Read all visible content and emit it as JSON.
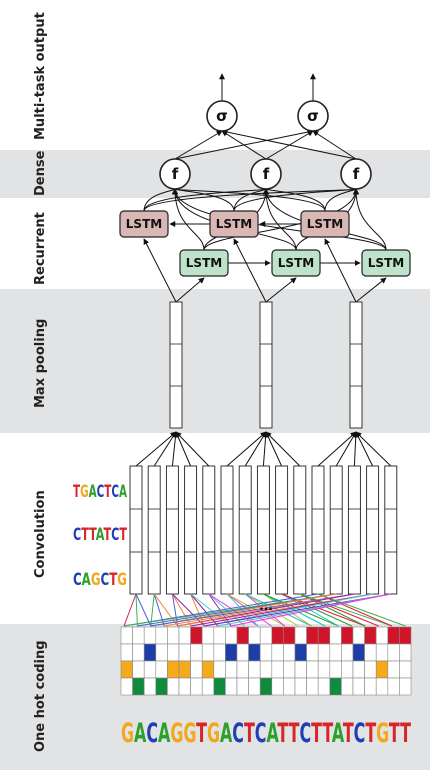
{
  "layers": [
    {
      "id": "output",
      "label": "Multi-task output"
    },
    {
      "id": "dense",
      "label": "Dense"
    },
    {
      "id": "recurrent",
      "label": "Recurrent"
    },
    {
      "id": "pooling",
      "label": "Max pooling"
    },
    {
      "id": "convolution",
      "label": "Convolution"
    },
    {
      "id": "onehot",
      "label": "One hot coding"
    }
  ],
  "nodes": {
    "output_symbol": "σ",
    "dense_symbol": "f",
    "lstm_label": "LSTM"
  },
  "motifs": [
    "TGACTCA",
    "CTTATCT",
    "CAGCTG"
  ],
  "ellipsis": "...",
  "sequence": "GACAGGTGACTCATTCTTATCTGTT",
  "colors": {
    "A": "#2ca02c",
    "C": "#1f3fb4",
    "G": "#f2a81d",
    "T": "#d62728",
    "band": "#e2e3e5",
    "lstm_backward": "#d8b7b4",
    "lstm_forward": "#bde4cb",
    "onehot_red": "#d0152a",
    "onehot_blue": "#1c3ea6",
    "onehot_orange": "#f4aa1a",
    "onehot_green": "#108a3c"
  },
  "onehot_rows": [
    "T",
    "C",
    "G",
    "A"
  ]
}
